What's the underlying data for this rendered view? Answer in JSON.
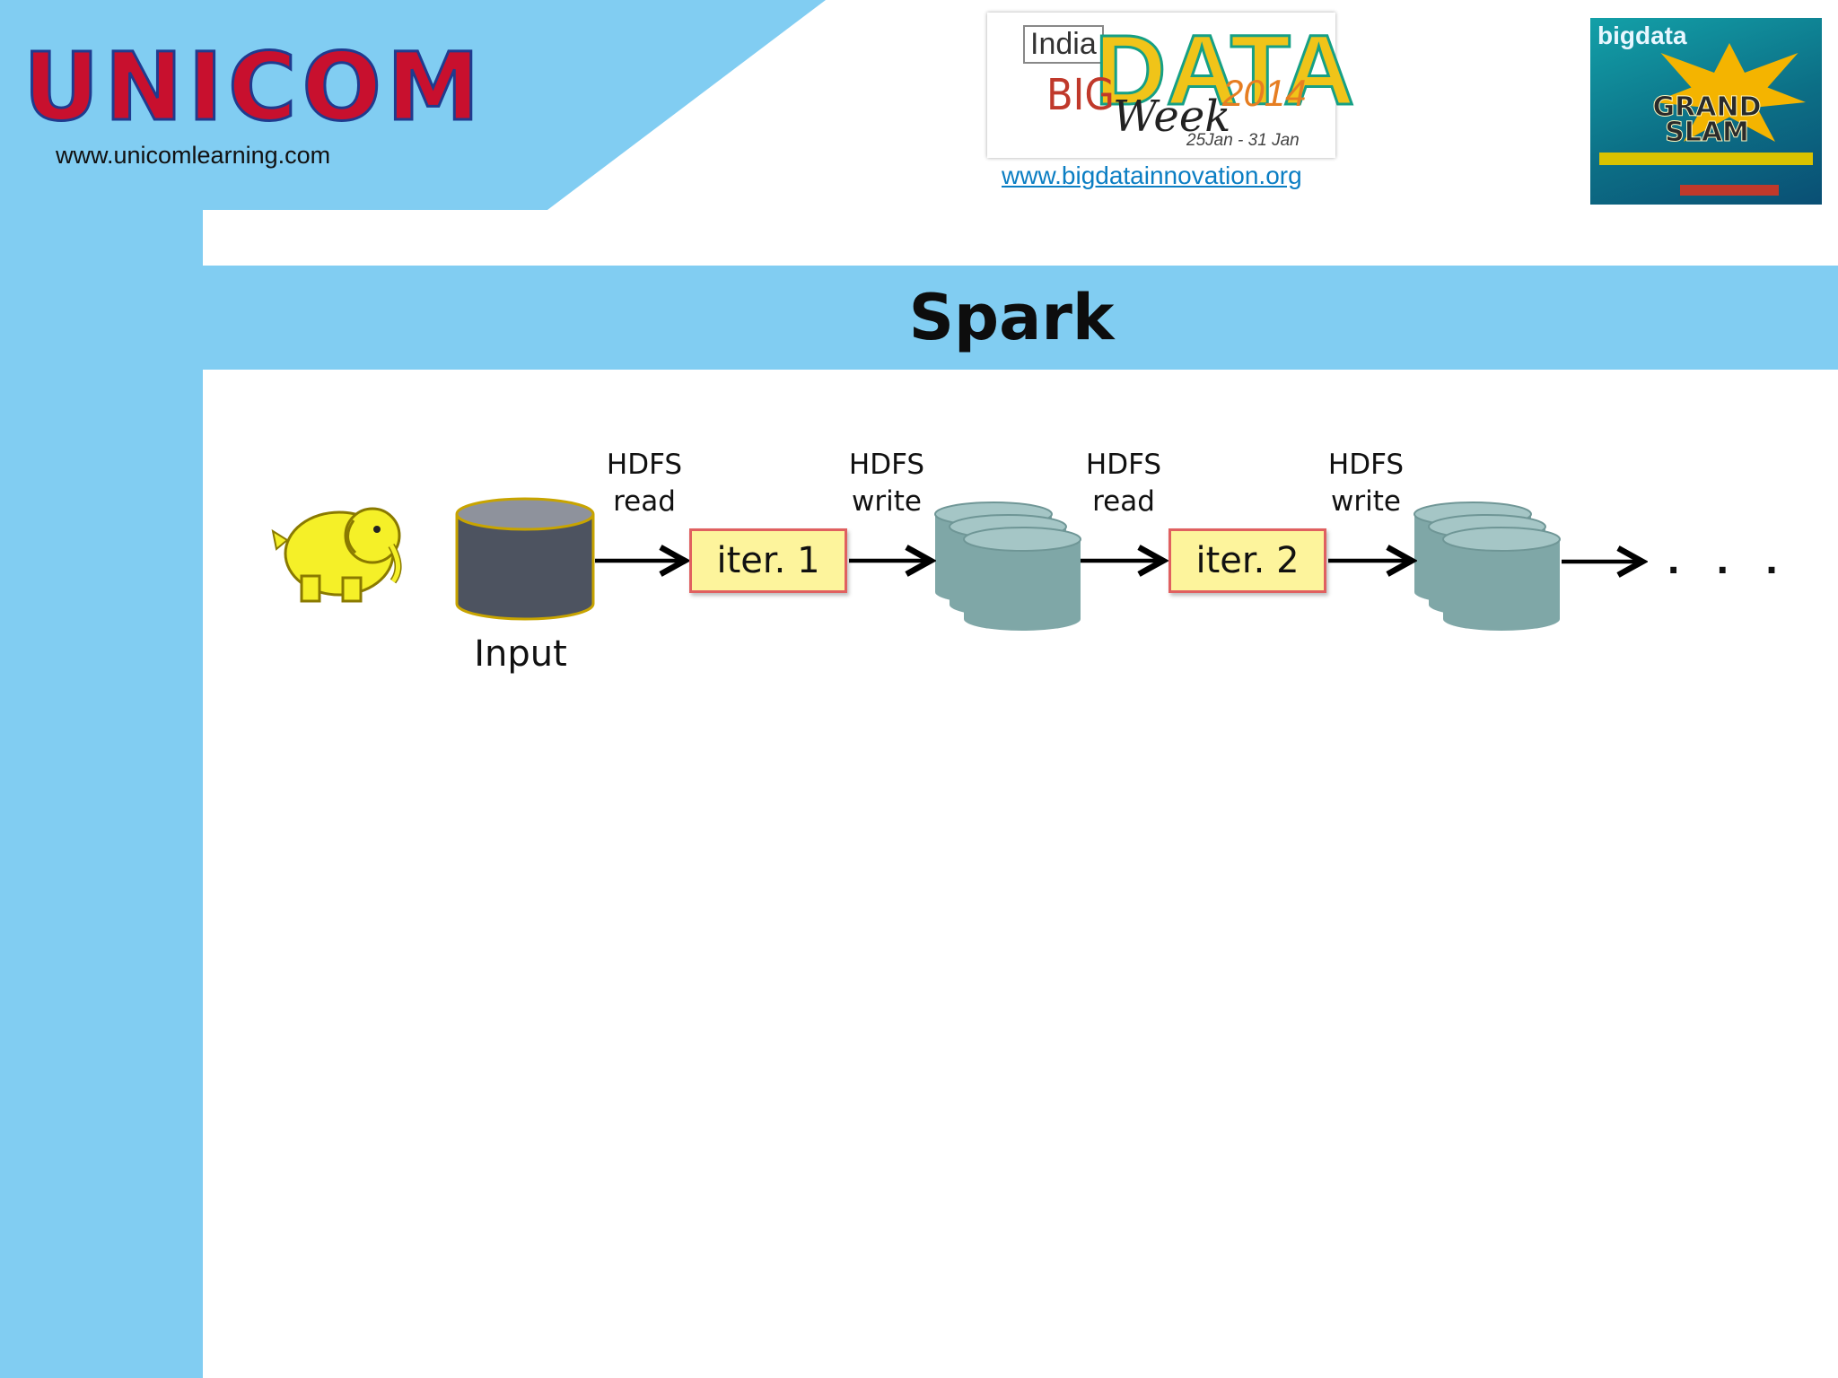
{
  "header": {
    "unicom_logo_text": "UNICOM",
    "unicom_url": "www.unicomlearning.com",
    "bigdata_logo": {
      "india": "India",
      "big": "BIG",
      "data": "DATA",
      "week": "Week",
      "year": "2014",
      "dates": "25Jan - 31 Jan"
    },
    "bigdata_url": "www.bigdatainnovation.org",
    "grandslam_logo": {
      "head": "bigdata",
      "title": "GRAND SLAM"
    }
  },
  "slide": {
    "title": "Spark"
  },
  "diagram": {
    "input_label": "Input",
    "labels": [
      {
        "line1": "HDFS",
        "line2": "read"
      },
      {
        "line1": "HDFS",
        "line2": "write"
      },
      {
        "line1": "HDFS",
        "line2": "read"
      },
      {
        "line1": "HDFS",
        "line2": "write"
      }
    ],
    "iterations": [
      "iter. 1",
      "iter. 2"
    ],
    "ellipsis": ". . .",
    "colors": {
      "input_db": "#4d5360",
      "input_db_outline": "#c8a400",
      "hdfs_db": "#7fa7a7",
      "iter_fill": "#fdf49c",
      "iter_border": "#e06060",
      "elephant": "#f5f028",
      "accent_blue": "#81cdf2"
    },
    "icons": [
      "hadoop-elephant-icon",
      "database-icon",
      "arrow-right-icon"
    ]
  }
}
